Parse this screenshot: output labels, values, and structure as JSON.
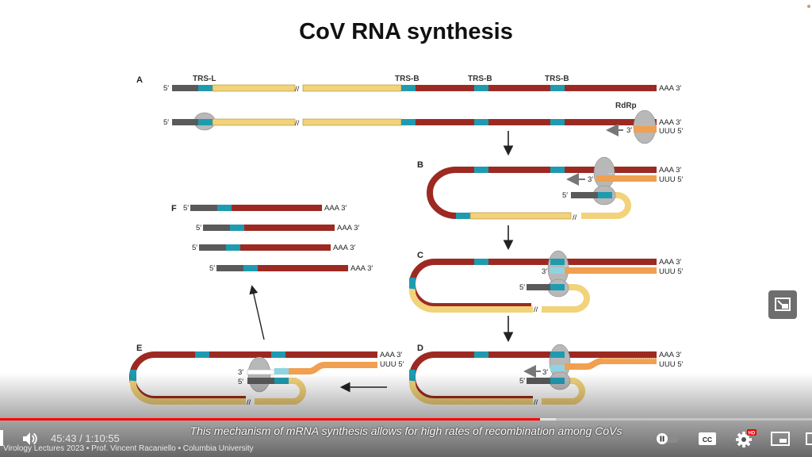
{
  "slide": {
    "title": "CoV RNA synthesis"
  },
  "figure": {
    "panels": [
      "A",
      "B",
      "C",
      "D",
      "E",
      "F"
    ],
    "labels": {
      "trs_l": "TRS-L",
      "trs_b": "TRS-B",
      "rdrp": "RdRp",
      "five_prime": "5′",
      "three_prime": "3′",
      "aaa3": "AAA 3′",
      "uuu5": "UUU 5′",
      "break": "//"
    },
    "colors": {
      "leader": "#5a5a5a",
      "trs": "#1f9bb0",
      "orf1": "#f2d27a",
      "structural": "#9c2a22",
      "negative_strand": "#f0a050",
      "enzyme": "#b8b8b8",
      "arrow": "#222222"
    }
  },
  "player": {
    "time": "45:43 / 1:10:55",
    "progress_fraction": 0.665,
    "loaded_fraction": 0.685,
    "caption": "This mechanism of mRNA synthesis allows for high rates of recombination among CoVs",
    "channel": "Virology Lectures 2023 • Prof. Vincent Racaniello • Columbia University",
    "icons": {
      "volume": "volume-icon",
      "autoplay": "autoplay-toggle-icon",
      "cc": "captions-icon",
      "cc_label": "CC",
      "settings": "settings-gear-icon",
      "hd_badge": "HD",
      "miniplayer": "miniplayer-icon",
      "theater": "theater-mode-icon",
      "popout": "miniplayer-popout-icon"
    }
  }
}
